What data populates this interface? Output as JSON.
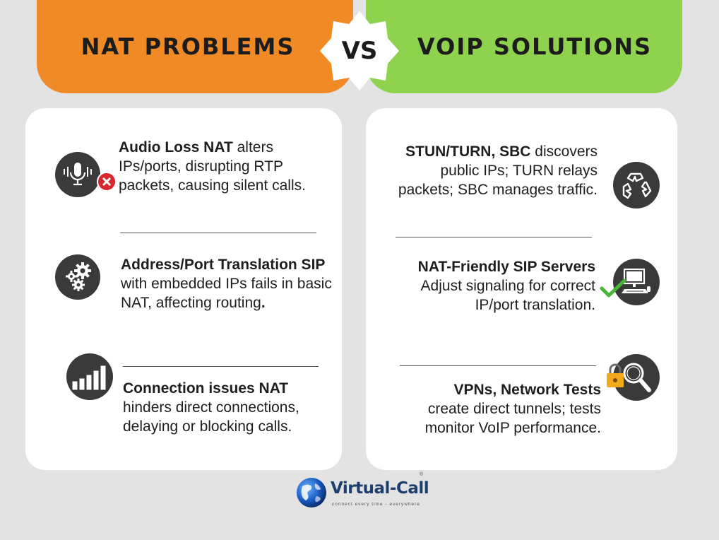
{
  "header": {
    "left_title": "NAT PROBLEMS",
    "vs": "VS",
    "right_title": "VOIP SOLUTIONS"
  },
  "problems": [
    {
      "title": "Audio Loss NAT",
      "desc": " alters IPs/ports, disrupting RTP packets, causing silent calls.",
      "icon": "microphone-icon"
    },
    {
      "title": "Address/Port Translation SIP",
      "desc": " with embedded IPs fails in basic NAT, affecting routing",
      "tail": ".",
      "icon": "gears-icon"
    },
    {
      "title": "Connection issues NAT",
      "desc": " hinders direct connections, delaying or blocking calls.",
      "icon": "signal-bars-icon"
    }
  ],
  "solutions": [
    {
      "title": "STUN/TURN, SBC",
      "desc": " discovers public IPs; TURN relays packets; SBC manages traffic.",
      "icon": "recycle-arrows-icon"
    },
    {
      "title": "NAT-Friendly SIP Servers",
      "desc": "Adjust signaling for correct IP/port translation.",
      "icon": "computer-check-icon"
    },
    {
      "title": "VPNs, Network Tests",
      "desc": "create direct tunnels; tests monitor VoIP performance.",
      "icon": "lock-magnifier-icon"
    }
  ],
  "logo": {
    "name": "Virtual-Call",
    "tagline": "connect every time - everywhere",
    "reg": "®"
  },
  "colors": {
    "orange": "#f08a26",
    "green": "#8fd24d",
    "icon_bg": "#3a3a3a",
    "error_red": "#d9252e",
    "check_green": "#49b53a",
    "lock_gold": "#f2a91b"
  }
}
